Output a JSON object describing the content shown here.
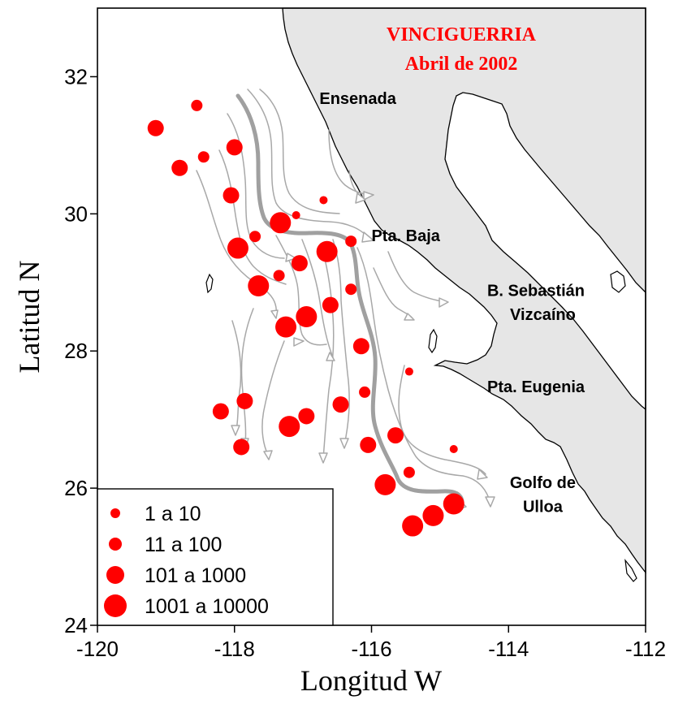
{
  "title": {
    "line1": "VINCIGUERRIA",
    "line2": "Abril de 2002",
    "color": "#ff0000"
  },
  "axes": {
    "xlabel": "Longitud W",
    "ylabel": "Latitud N",
    "xlim": [
      -120,
      -112
    ],
    "ylim": [
      24,
      33
    ],
    "x_ticks": [
      {
        "value": -120,
        "label": "-120"
      },
      {
        "value": -118,
        "label": "-118"
      },
      {
        "value": -116,
        "label": "-116"
      },
      {
        "value": -114,
        "label": "-114"
      },
      {
        "value": -112,
        "label": "-112"
      }
    ],
    "y_ticks": [
      {
        "value": 24,
        "label": "24"
      },
      {
        "value": 26,
        "label": "26"
      },
      {
        "value": 28,
        "label": "28"
      },
      {
        "value": 30,
        "label": "30"
      },
      {
        "value": 32,
        "label": "32"
      }
    ]
  },
  "places": [
    {
      "name": "Ensenada",
      "lon": -116.2,
      "lat": 31.6
    },
    {
      "name": "Pta. Baja",
      "lon": -115.5,
      "lat": 29.6
    },
    {
      "name": "B. Sebastián",
      "lon": -113.6,
      "lat": 28.8
    },
    {
      "name": "Vizcaíno",
      "lon": -113.5,
      "lat": 28.45
    },
    {
      "name": "Pta. Eugenia",
      "lon": -113.6,
      "lat": 27.4
    },
    {
      "name": "Golfo de",
      "lon": -113.5,
      "lat": 26.0
    },
    {
      "name": "Ulloa",
      "lon": -113.5,
      "lat": 25.65
    }
  ],
  "legend": {
    "items": [
      {
        "label": "1 a 10",
        "size_class": 1
      },
      {
        "label": "11 a 100",
        "size_class": 2
      },
      {
        "label": "101 a 1000",
        "size_class": 3
      },
      {
        "label": "1001 a 10000",
        "size_class": 4
      }
    ]
  },
  "colors": {
    "marker": "#ff0000",
    "land": "#e6e6e6",
    "coast": "#000000",
    "current_main": "#a0a0a0",
    "current_thin": "#a8a8a8"
  },
  "samples": [
    {
      "lon": -118.55,
      "lat": 31.58,
      "size_class": 2
    },
    {
      "lon": -119.15,
      "lat": 31.25,
      "size_class": 3
    },
    {
      "lon": -118.0,
      "lat": 30.97,
      "size_class": 3
    },
    {
      "lon": -118.45,
      "lat": 30.83,
      "size_class": 2
    },
    {
      "lon": -118.8,
      "lat": 30.67,
      "size_class": 3
    },
    {
      "lon": -118.05,
      "lat": 30.27,
      "size_class": 3
    },
    {
      "lon": -116.7,
      "lat": 30.2,
      "size_class": 1
    },
    {
      "lon": -117.1,
      "lat": 29.98,
      "size_class": 1
    },
    {
      "lon": -117.33,
      "lat": 29.87,
      "size_class": 4
    },
    {
      "lon": -117.7,
      "lat": 29.67,
      "size_class": 2
    },
    {
      "lon": -116.3,
      "lat": 29.6,
      "size_class": 2
    },
    {
      "lon": -117.95,
      "lat": 29.5,
      "size_class": 4
    },
    {
      "lon": -116.65,
      "lat": 29.45,
      "size_class": 4
    },
    {
      "lon": -117.05,
      "lat": 29.28,
      "size_class": 3
    },
    {
      "lon": -117.35,
      "lat": 29.1,
      "size_class": 2
    },
    {
      "lon": -117.65,
      "lat": 28.95,
      "size_class": 4
    },
    {
      "lon": -116.3,
      "lat": 28.9,
      "size_class": 2
    },
    {
      "lon": -116.6,
      "lat": 28.67,
      "size_class": 3
    },
    {
      "lon": -116.95,
      "lat": 28.5,
      "size_class": 4
    },
    {
      "lon": -117.25,
      "lat": 28.35,
      "size_class": 4
    },
    {
      "lon": -116.15,
      "lat": 28.07,
      "size_class": 3
    },
    {
      "lon": -115.45,
      "lat": 27.7,
      "size_class": 1
    },
    {
      "lon": -116.1,
      "lat": 27.4,
      "size_class": 2
    },
    {
      "lon": -117.85,
      "lat": 27.27,
      "size_class": 3
    },
    {
      "lon": -116.45,
      "lat": 27.22,
      "size_class": 3
    },
    {
      "lon": -118.2,
      "lat": 27.12,
      "size_class": 3
    },
    {
      "lon": -116.95,
      "lat": 27.05,
      "size_class": 3
    },
    {
      "lon": -117.2,
      "lat": 26.9,
      "size_class": 4
    },
    {
      "lon": -115.65,
      "lat": 26.77,
      "size_class": 3
    },
    {
      "lon": -116.05,
      "lat": 26.63,
      "size_class": 3
    },
    {
      "lon": -117.9,
      "lat": 26.6,
      "size_class": 3
    },
    {
      "lon": -114.8,
      "lat": 26.57,
      "size_class": 1
    },
    {
      "lon": -115.45,
      "lat": 26.23,
      "size_class": 2
    },
    {
      "lon": -115.8,
      "lat": 26.05,
      "size_class": 4
    },
    {
      "lon": -114.8,
      "lat": 25.77,
      "size_class": 4
    },
    {
      "lon": -115.1,
      "lat": 25.6,
      "size_class": 4
    },
    {
      "lon": -115.4,
      "lat": 25.45,
      "size_class": 4
    }
  ]
}
